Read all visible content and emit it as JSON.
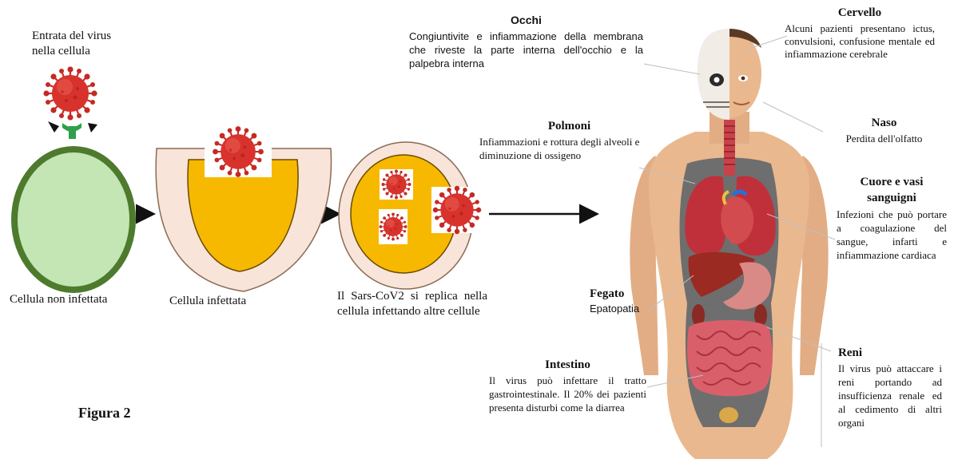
{
  "colors": {
    "cell_green": "#4e7a2e",
    "cell_inner": "#c3e6b4",
    "cell_membrane": "#f8e4d8",
    "cytoplasm": "#f7b800",
    "virus_red": "#d8322c",
    "skin": "#eab88e",
    "organ_red": "#c0303a"
  },
  "left": {
    "entry_label": "Entrata del virus nella cellula",
    "stage1_label": "Cellula non infettata",
    "stage2_label": "Cellula infettata",
    "stage3_label": "Il Sars-CoV2 si replica nella cellula infettando altre cellule",
    "figure_label": "Figura 2"
  },
  "organs": {
    "occhi": {
      "title": "Occhi",
      "text": "Congiuntivite e infiammazione della membrana che riveste la parte interna dell'occhio e la palpebra interna"
    },
    "cervello": {
      "title": "Cervello",
      "text": "Alcuni pazienti presentano ictus, convulsioni, confusione mentale ed infiammazione cerebrale"
    },
    "polmoni": {
      "title": "Polmoni",
      "text": "Infiammazioni e rottura degli alveoli e diminuzione di ossigeno"
    },
    "naso": {
      "title": "Naso",
      "text": "Perdita dell'olfatto"
    },
    "cuore": {
      "title": "Cuore e vasi sanguigni",
      "text": "Infezioni che può portare a coagulazione del sangue, infarti e infiammazione cardiaca"
    },
    "fegato": {
      "title": "Fegato",
      "text": "Epatopatia"
    },
    "intestino": {
      "title": "Intestino",
      "text": "Il virus può infettare il tratto gastrointestinale. Il 20% dei pazienti presenta disturbi come la diarrea"
    },
    "reni": {
      "title": "Reni",
      "text": "Il virus può attaccare i reni portando ad insufficienza renale ed al cedimento di altri organi"
    }
  }
}
